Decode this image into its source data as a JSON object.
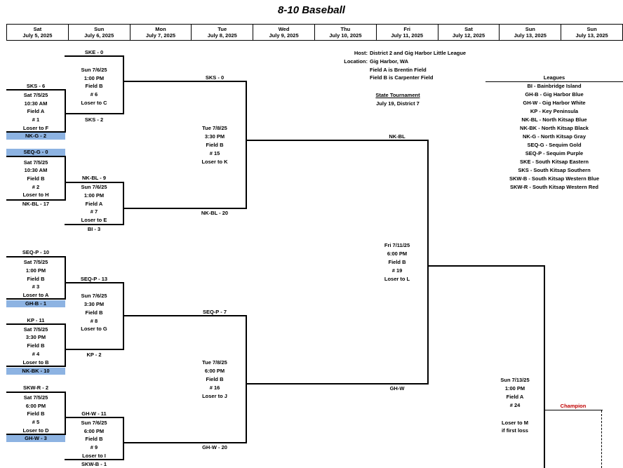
{
  "title": "8-10 Baseball",
  "days": [
    {
      "dow": "Sat",
      "date": "July 5, 2025"
    },
    {
      "dow": "Sun",
      "date": "July 6, 2025"
    },
    {
      "dow": "Mon",
      "date": "July 7, 2025"
    },
    {
      "dow": "Tue",
      "date": "July 8, 2025"
    },
    {
      "dow": "Wed",
      "date": "July 9, 2025"
    },
    {
      "dow": "Thu",
      "date": "July 10, 2025"
    },
    {
      "dow": "Fri",
      "date": "July 11, 2025"
    },
    {
      "dow": "Sat",
      "date": "July 12, 2025"
    },
    {
      "dow": "Sun",
      "date": "July 13, 2025"
    },
    {
      "dow": "Sun",
      "date": "July 13, 2025"
    }
  ],
  "info": {
    "host_label": "Host:",
    "host": "District 2 and Gig Harbor Little League",
    "location_label": "Location:",
    "location": "Gig Harbor, WA",
    "field_a": "Field A is Brentin Field",
    "field_b": "Field B is Carpenter Field",
    "state_title": "State Tournament",
    "state_dates": "July 19, District 7"
  },
  "leagues": {
    "header": "Leagues",
    "items": [
      "BI - Bainbridge Island",
      "GH-B - Gig Harbor Blue",
      "GH-W - Gig Harbor White",
      "KP - Key Peninsula",
      "NK-BL - North Kitsap Blue",
      "NK-BK - North Kitsap Black",
      "NK-G - North Kitsap Gray",
      "SEQ-G - Sequim Gold",
      "SEQ-P - Sequim Purple",
      "SKE - South Kitsap Eastern",
      "SKS - South Kitsap Southern",
      "SKW-B - South Kitsap Western Blue",
      "SKW-R - South Kitsap Western Red"
    ]
  },
  "g1": {
    "top": "SKS - 6",
    "d": "Sat 7/5/25",
    "time": "10:30 AM",
    "field": "Field A",
    "num": "# 1",
    "loser": "Loser to F",
    "bot": "NK-G - 2"
  },
  "g2": {
    "top": "SEQ-G - 0",
    "d": "Sat 7/5/25",
    "time": "10:30 AM",
    "field": "Field B",
    "num": "# 2",
    "loser": "Loser to H",
    "bot": "NK-BL - 17"
  },
  "g3": {
    "top": "SEQ-P - 10",
    "d": "Sat 7/5/25",
    "time": "1:00 PM",
    "field": "Field B",
    "num": "# 3",
    "loser": "Loser to A",
    "bot": "GH-B - 1"
  },
  "g4": {
    "top": "KP - 11",
    "d": "Sat 7/5/25",
    "time": "3:30 PM",
    "field": "Field B",
    "num": "# 4",
    "loser": "Loser to B",
    "bot": "NK-BK - 10"
  },
  "g5": {
    "top": "SKW-R - 2",
    "d": "Sat 7/5/25",
    "time": "6:00 PM",
    "field": "Field B",
    "num": "# 5",
    "loser": "Loser to D",
    "bot": "GH-W - 3"
  },
  "g6": {
    "top": "SKE - 0",
    "d": "Sun 7/6/25",
    "time": "1:00 PM",
    "field": "Field B",
    "num": "# 6",
    "loser": "Loser to C",
    "bot": "SKS - 2"
  },
  "g7": {
    "top": "NK-BL - 9",
    "d": "Sun 7/6/25",
    "time": "1:00 PM",
    "field": "Field A",
    "num": "# 7",
    "loser": "Loser to E",
    "bot": "BI - 3"
  },
  "g8": {
    "top": "SEQ-P - 13",
    "d": "Sun 7/6/25",
    "time": "3:30 PM",
    "field": "Field B",
    "num": "# 8",
    "loser": "Loser to G",
    "bot": "KP - 2"
  },
  "g9": {
    "top": "GH-W - 11",
    "d": "Sun 7/6/25",
    "time": "6:00 PM",
    "field": "Field B",
    "num": "# 9",
    "loser": "Loser to I",
    "bot": "SKW-B - 1"
  },
  "g15": {
    "top": "SKS - 0",
    "d": "Tue 7/8/25",
    "time": "3:30 PM",
    "field": "Field B",
    "num": "# 15",
    "loser": "Loser to K",
    "bot": "NK-BL - 20"
  },
  "g16": {
    "top": "SEQ-P - 7",
    "d": "Tue 7/8/25",
    "time": "6:00 PM",
    "field": "Field B",
    "num": "# 16",
    "loser": "Loser to J",
    "bot": "GH-W - 20"
  },
  "g19": {
    "top": "NK-BL",
    "d": "Fri 7/11/25",
    "time": "6:00 PM",
    "field": "Field B",
    "num": "# 19",
    "loser": "Loser to L",
    "bot": "GH-W"
  },
  "g24": {
    "d": "Sun 7/13/25",
    "time": "1:00 PM",
    "field": "Field A",
    "num": "# 24",
    "loser": "Loser to M",
    "note": "if first loss"
  },
  "champion": "Champion"
}
